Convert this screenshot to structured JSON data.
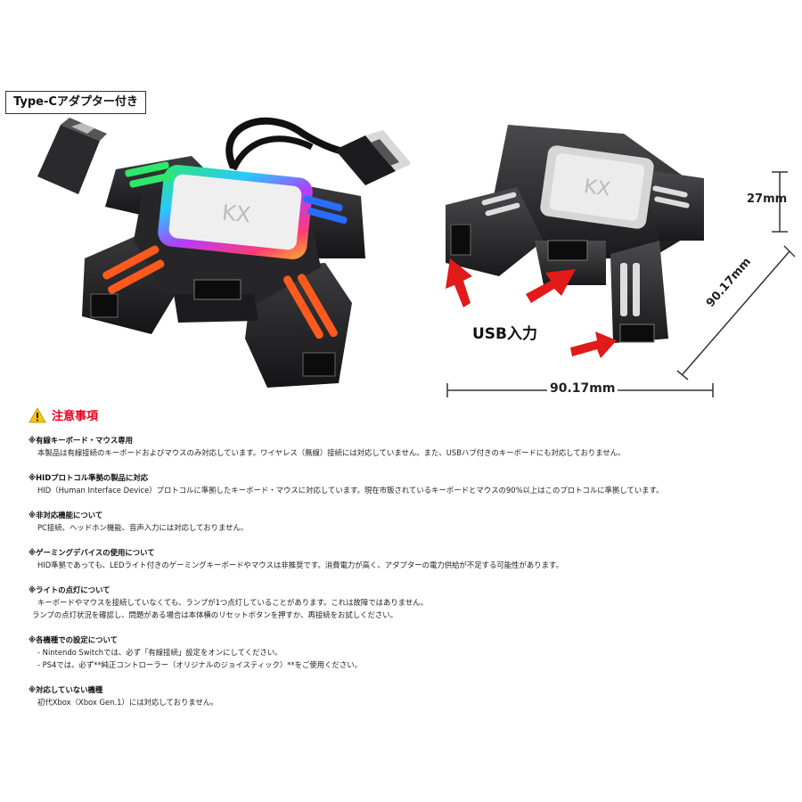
{
  "badge": "Type-Cアダプター付き",
  "logo": "KX",
  "dimensions": {
    "height": "27mm",
    "width": "90.17mm",
    "depth": "90.17mm"
  },
  "usb_input_label": "USB入力",
  "notes": {
    "title": "注意事項",
    "icon": "warning-icon",
    "sections": [
      {
        "heading": "※有線キーボード・マウス専用",
        "lines": [
          "本製品は有線接続のキーボードおよびマウスのみ対応しています。ワイヤレス（無線）接続には対応していません。また、USBハブ付きのキーボードにも対応しておりません。"
        ]
      },
      {
        "heading": "※HIDプロトコル準拠の製品に対応",
        "lines": [
          "HID（Human Interface Device）プロトコルに準拠したキーボード・マウスに対応しています。現在市販されているキーボードとマウスの90%以上はこのプロトコルに準拠しています。"
        ]
      },
      {
        "heading": "※非対応機能について",
        "lines": [
          "PC接続、ヘッドホン機能、音声入力には対応しておりません。"
        ]
      },
      {
        "heading": "※ゲーミングデバイスの使用について",
        "lines": [
          "HID準拠であっても、LEDライト付きのゲーミングキーボードやマウスは非推奨です。消費電力が高く、アダプターの電力供給が不足する可能性があります。"
        ]
      },
      {
        "heading": "※ライトの点灯について",
        "lines": [
          "キーボードやマウスを接続していなくても、ランプが1つ点灯していることがあります。これは故障ではありません。",
          "ランプの点灯状況を確認し、問題がある場合は本体横のリセットボタンを押すか、再接続をお試しください。"
        ]
      },
      {
        "heading": "※各機種での設定について",
        "lines": [
          "- Nintendo Switchでは、必ず「有線接続」設定をオンにしてください。",
          "- PS4では、必ず**純正コントローラー（オリジナルのジョイスティック）**をご使用ください。"
        ]
      },
      {
        "heading": "※対応していない機種",
        "lines": [
          "初代Xbox（Xbox Gen.1）には対応しておりません。"
        ]
      }
    ]
  },
  "colors": {
    "accent_red": "#e8001c",
    "arrow_red": "#e21a1a",
    "body_dark": "#2b2b2d",
    "led_orange": "#ff5a1e",
    "led_green": "#2ee86a",
    "led_blue": "#2a6cff"
  }
}
